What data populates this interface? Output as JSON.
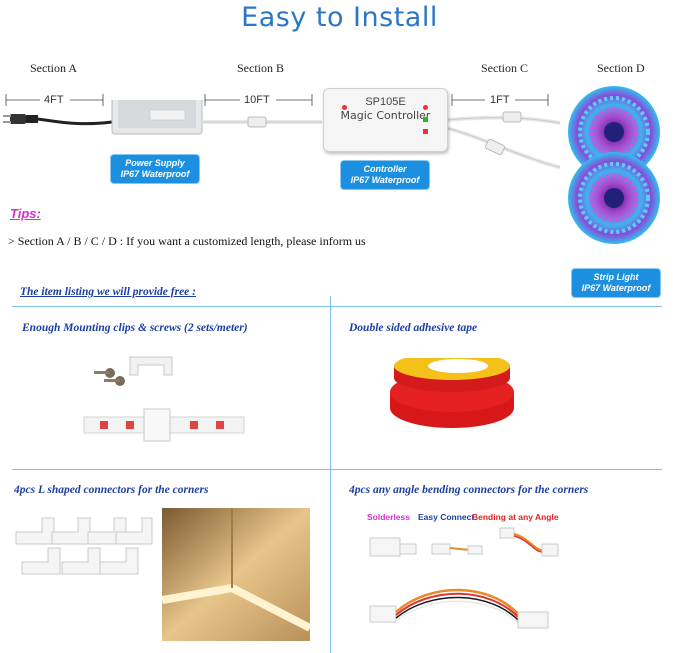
{
  "title": "Easy to Install",
  "sections": {
    "a": "Section A",
    "b": "Section B",
    "c": "Section C",
    "d": "Section D"
  },
  "dimensions": {
    "a": "4FT",
    "b": "10FT",
    "c": "1FT"
  },
  "badges": {
    "power_supply": [
      "Power Supply",
      "IP67 Waterproof"
    ],
    "controller": [
      "Controller",
      "IP67 Waterproof"
    ],
    "strip_light": [
      "Strip Light",
      "IP67 Waterproof"
    ]
  },
  "controller_box": {
    "model": "SP105E",
    "name": "Magic Controller"
  },
  "tips": {
    "title": "Tips:",
    "text": "> Section A / B / C / D :  If you want a customized length, please inform us"
  },
  "listing_title": "The item listing we will provide free :",
  "items": {
    "clips": "Enough Mounting clips & screws (2 sets/meter)",
    "tape": "Double sided adhesive tape",
    "l_connectors": "4pcs L shaped connectors for the corners",
    "bend_connectors": "4pcs any angle bending connectors for the corners"
  },
  "bend_labels": {
    "solderless": "Solderless",
    "easy_connect": "Easy Connect",
    "bending": "Bending at any Angle"
  },
  "colors": {
    "title": "#2b77c5",
    "badge": "#1d8fe0",
    "tips": "#d62fd0",
    "heading": "#1b3ea3",
    "divider": "#7fc2e6",
    "solderless": "#d62fd0",
    "easy_connect": "#1b3ea3",
    "bending": "#e02020"
  }
}
